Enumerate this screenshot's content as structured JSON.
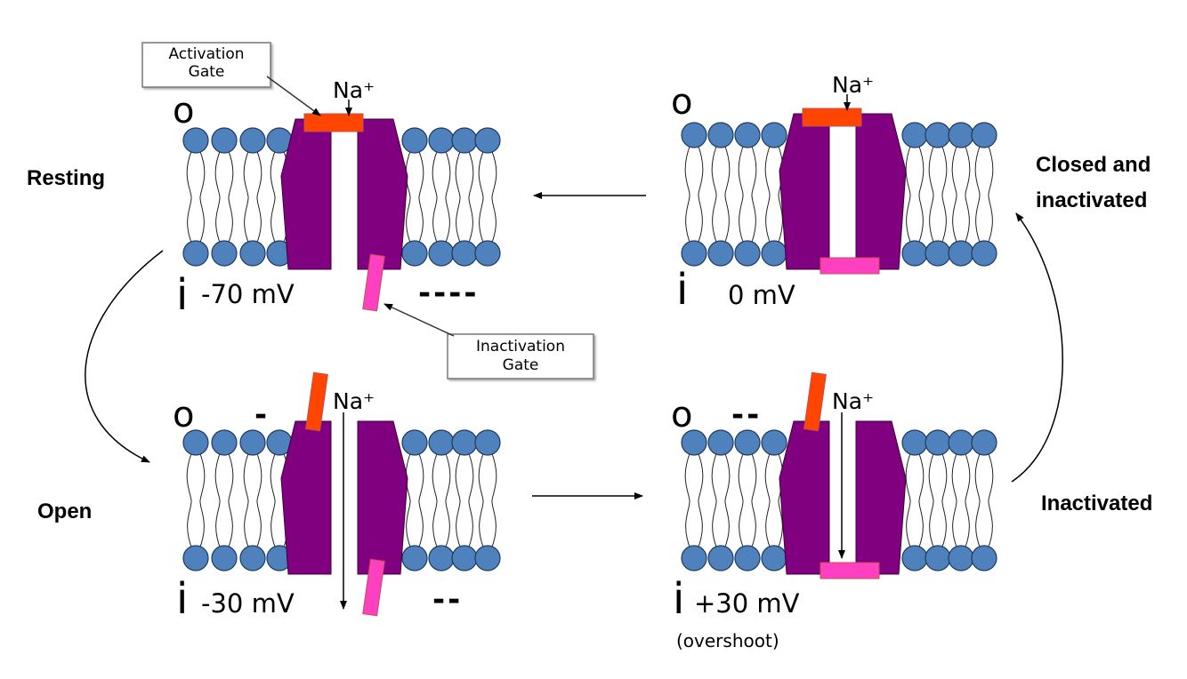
{
  "states": {
    "resting": "Resting",
    "open": "Open",
    "inactivated": "Inactivated",
    "closed_line1": "Closed and",
    "closed_line2": "inactivated"
  },
  "callouts": {
    "activation_line1": "Activation",
    "activation_line2": "Gate",
    "inactivation_line1": "Inactivation",
    "inactivation_line2": "Gate"
  },
  "ion": "Na⁺",
  "side_outside": "o",
  "side_inside": "i",
  "panels": {
    "resting": {
      "voltage": "-70 mV",
      "charge": "----"
    },
    "closed": {
      "voltage": "0 mV"
    },
    "open": {
      "voltage": "-30 mV",
      "charge_out": "-",
      "charge_in": "--"
    },
    "inactivated": {
      "voltage": "+30 mV",
      "note": "(overshoot)",
      "charge_out": "--"
    }
  },
  "colors": {
    "lipid_head": "#4f81bd",
    "channel": "#800080",
    "activation_gate": "#ff4500",
    "inactivation_gate": "#ff40c0",
    "gate_border": "#c0504d"
  }
}
